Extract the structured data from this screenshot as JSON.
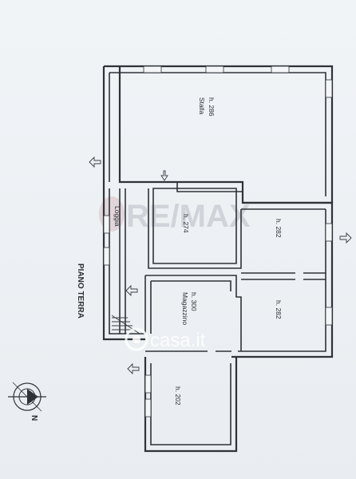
{
  "title": "PIANO TERRA",
  "north_label": "N",
  "rooms": [
    {
      "id": "stalla",
      "name": "Stalla",
      "height": "h. 286"
    },
    {
      "id": "room-a",
      "name": "",
      "height": "h. 274"
    },
    {
      "id": "room-b",
      "name": "",
      "height": "h. 282"
    },
    {
      "id": "room-c",
      "name": "",
      "height": "h. 282"
    },
    {
      "id": "magazzino",
      "name": "Magazzino",
      "height": "h. 300"
    },
    {
      "id": "room-d",
      "name": "",
      "height": "h. 202"
    }
  ],
  "loggia_label": "Loggia",
  "watermarks": {
    "remax": "RE/MAX",
    "casa": "casa.it"
  },
  "colors": {
    "wall": "#2f3338",
    "background": "#eef1f4",
    "watermark": "#b8bec6"
  }
}
